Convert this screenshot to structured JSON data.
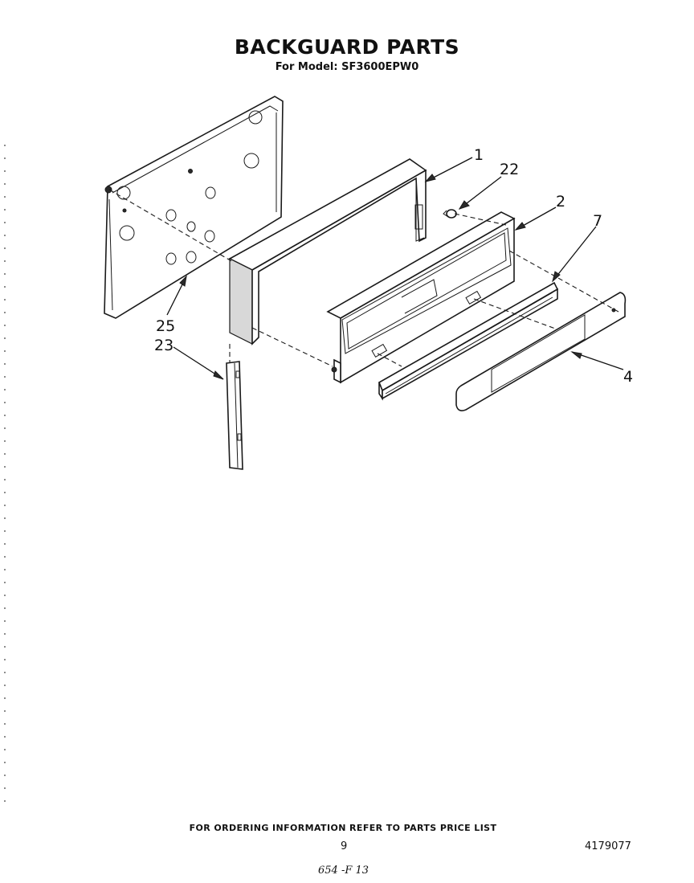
{
  "header": {
    "title": "BACKGUARD PARTS",
    "subtitle": "For Model: SF3600EPW0"
  },
  "callouts": {
    "c1": "1",
    "c22": "22",
    "c2": "2",
    "c7": "7",
    "c25": "25",
    "c23": "23",
    "c4": "4"
  },
  "footer": {
    "ordering_note": "FOR ORDERING INFORMATION REFER TO PARTS PRICE LIST",
    "page_number": "9",
    "document_number": "4179077",
    "handwritten_code": "654 -F 13"
  }
}
